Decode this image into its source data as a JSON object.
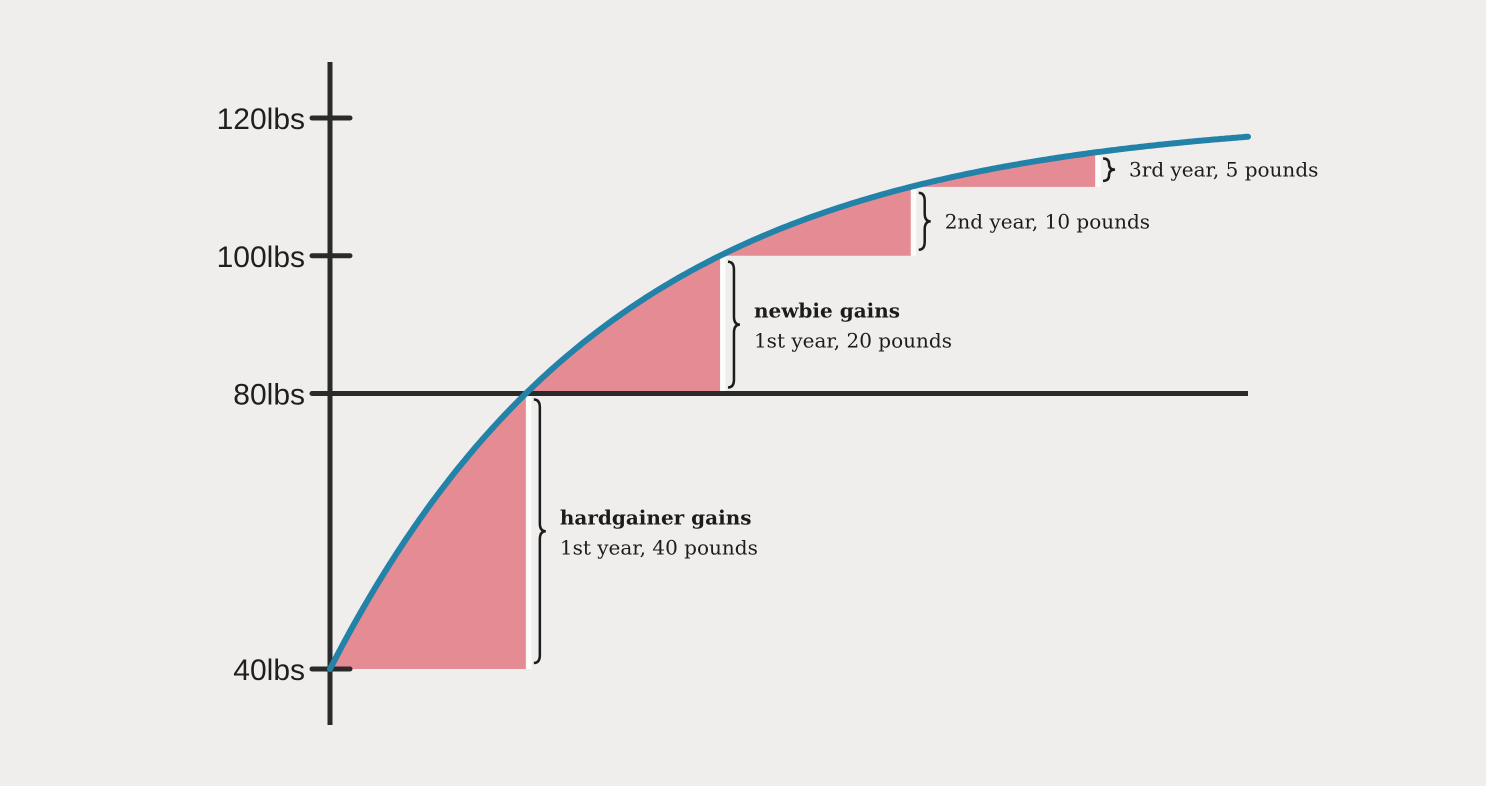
{
  "chart_data": {
    "type": "area",
    "description_units": "lbs",
    "y_ticks": [
      {
        "value": 40,
        "label": "40lbs"
      },
      {
        "value": 80,
        "label": "80lbs"
      },
      {
        "value": 100,
        "label": "100lbs"
      },
      {
        "value": 120,
        "label": "120lbs"
      }
    ],
    "reference_line": {
      "value": 80
    },
    "colors": {
      "curve": "#2282a8",
      "fill": "#e58b93",
      "axis": "#2a2a2a"
    },
    "gain_segments": [
      {
        "from": 40,
        "to": 80,
        "title": "hardgainer gains",
        "text": "1st year, 40 pounds"
      },
      {
        "from": 80,
        "to": 100,
        "title": "newbie gains",
        "text": "1st year, 20 pounds"
      },
      {
        "from": 100,
        "to": 110,
        "title": "",
        "text": "2nd year, 10 pounds"
      },
      {
        "from": 110,
        "to": 115,
        "title": "",
        "text": "3rd year, 5 pounds"
      }
    ]
  }
}
